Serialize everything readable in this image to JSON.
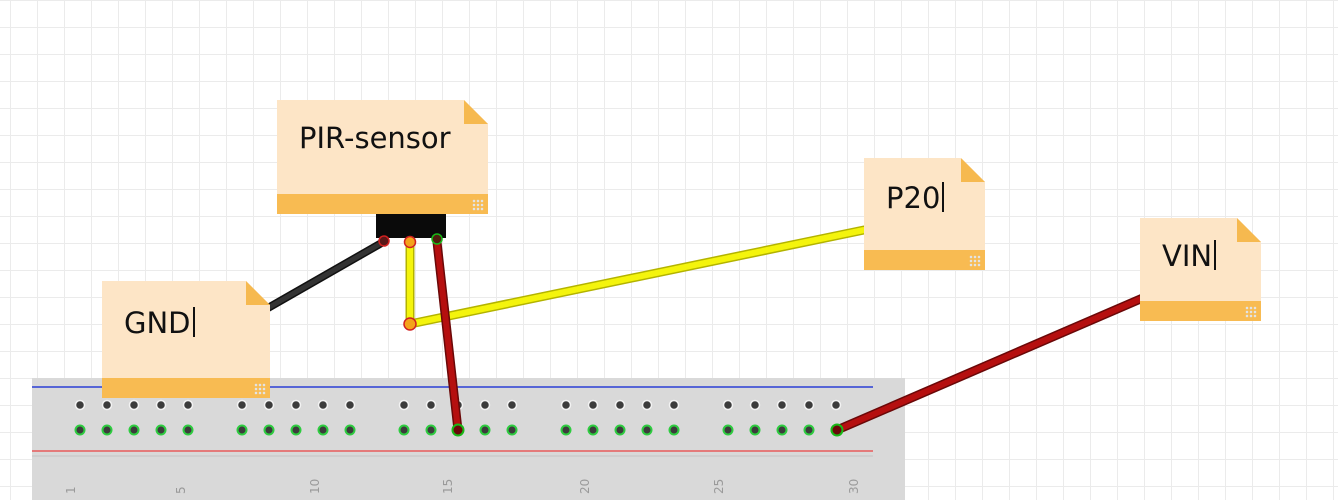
{
  "notes": {
    "pir": {
      "label": "PIR-sensor"
    },
    "gnd": {
      "label": "GND"
    },
    "p20": {
      "label": "P20"
    },
    "vin": {
      "label": "VIN"
    }
  },
  "breadcrumb_board": {
    "column_labels": [
      "1",
      "5",
      "10",
      "15",
      "20",
      "25",
      "30"
    ]
  },
  "colors": {
    "wire_black": "#222222",
    "wire_red": "#b30f0f",
    "wire_yellow": "#f2f20a",
    "note_body": "#fde5c6",
    "note_accent": "#f8bb52",
    "rail_blue": "#2a3fd6",
    "rail_red": "#e85a5a",
    "board": "#d9d9d9"
  },
  "icons": [
    "pir-sensor-icon",
    "breadboard-hole-icon",
    "resize-grip-icon",
    "text-caret-icon"
  ]
}
